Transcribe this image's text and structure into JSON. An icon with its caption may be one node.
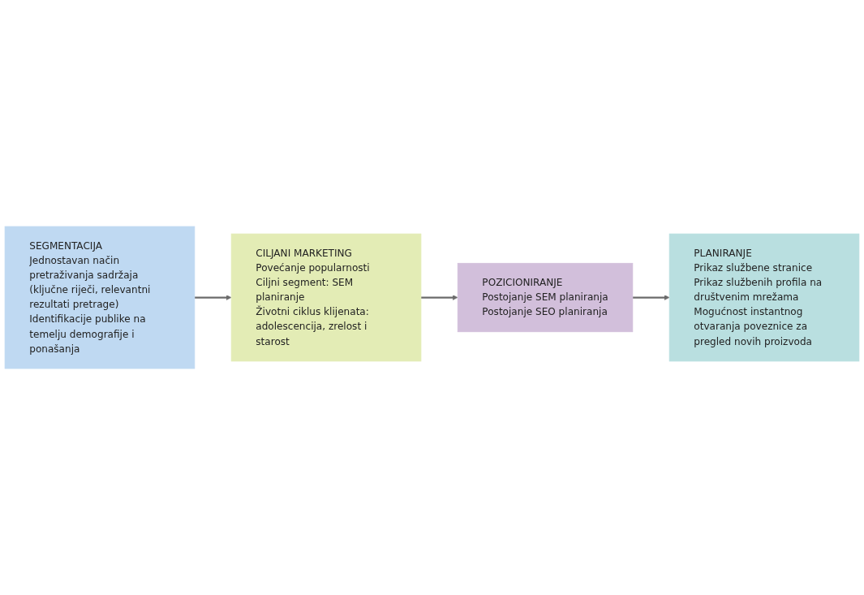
{
  "diagram": {
    "nodes": [
      {
        "text": [
          "SEGMENTACIJA",
          "Jednostavan način pretraživanja sadržaja (ključne riječi, relevantni rezultati pretrage)",
          "Identifikacije publike na temelju demografije i ponašanja"
        ]
      },
      {
        "text": [
          "CILJANI MARKETING",
          "Povećanje popularnosti",
          "Ciljni segment: SEM planiranje",
          "Životni ciklus klijenata: adolescencija, zrelost i starost"
        ]
      },
      {
        "text": [
          "PLANIRANJE",
          "Prikaz službene stranice",
          "Prikaz službenih profila na društvenim mrežama",
          "Mogućnost instantnog otvaranja poveznice za pregled novih proizvoda"
        ]
      },
      {
        "text": [
          "POZICIONIRANJE",
          "Postojanje SEM planiranja",
          "Postojanje SEO planiranja"
        ]
      }
    ],
    "edges": [
      {
        "from": 0,
        "to": 1,
        "arrow": "to"
      },
      {
        "from": 1,
        "to": 3,
        "arrow": "to"
      },
      {
        "from": 3,
        "to": 2,
        "arrow": "to"
      }
    ]
  }
}
